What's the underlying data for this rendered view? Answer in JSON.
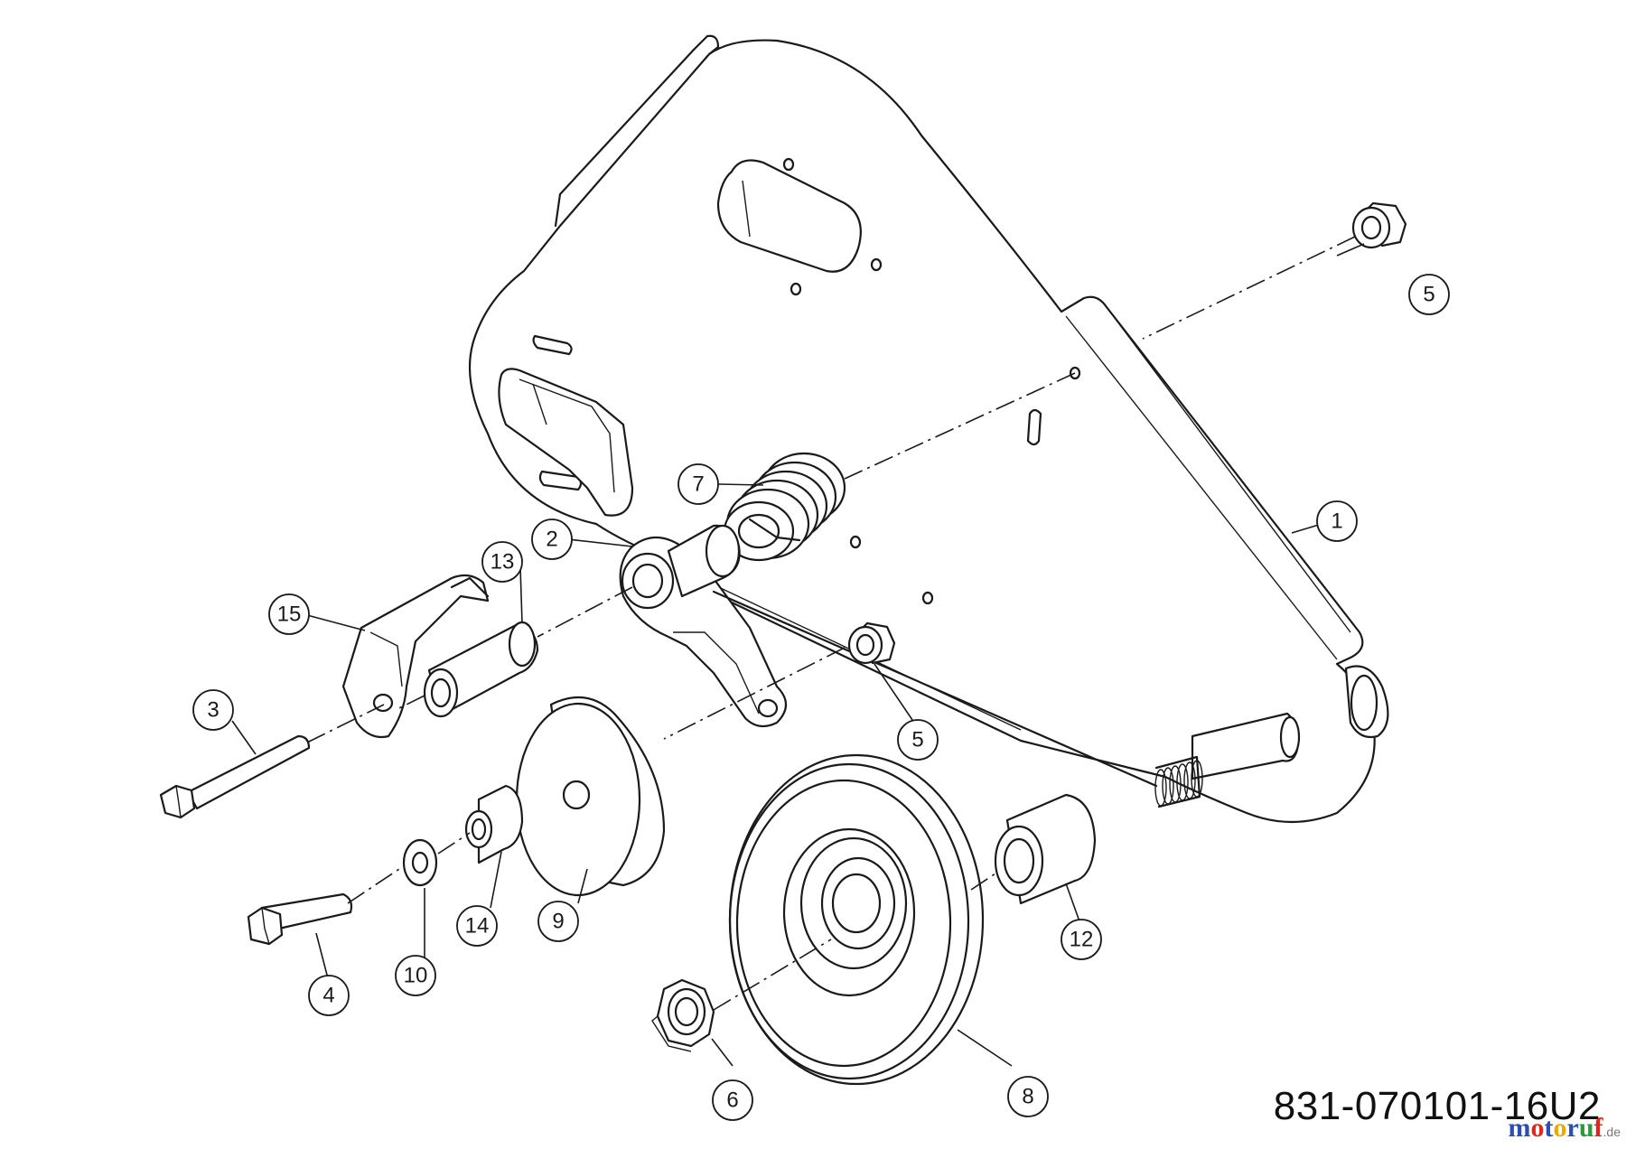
{
  "diagram": {
    "part_number": "831-070101-16U2",
    "callouts": [
      {
        "id": "callout-1",
        "label": "1"
      },
      {
        "id": "callout-2",
        "label": "2"
      },
      {
        "id": "callout-3",
        "label": "3"
      },
      {
        "id": "callout-4",
        "label": "4"
      },
      {
        "id": "callout-5a",
        "label": "5"
      },
      {
        "id": "callout-5b",
        "label": "5"
      },
      {
        "id": "callout-6",
        "label": "6"
      },
      {
        "id": "callout-7",
        "label": "7"
      },
      {
        "id": "callout-8",
        "label": "8"
      },
      {
        "id": "callout-9",
        "label": "9"
      },
      {
        "id": "callout-10",
        "label": "10"
      },
      {
        "id": "callout-12",
        "label": "12"
      },
      {
        "id": "callout-13",
        "label": "13"
      },
      {
        "id": "callout-14",
        "label": "14"
      },
      {
        "id": "callout-15",
        "label": "15"
      }
    ]
  },
  "watermark": {
    "text": "motoruf",
    "suffix": ".de",
    "letter_colors": [
      "#2a4fb0",
      "#e0281a",
      "#2a4fb0",
      "#f0a800",
      "#2a4fb0",
      "#2a9a3a",
      "#e0281a"
    ]
  }
}
